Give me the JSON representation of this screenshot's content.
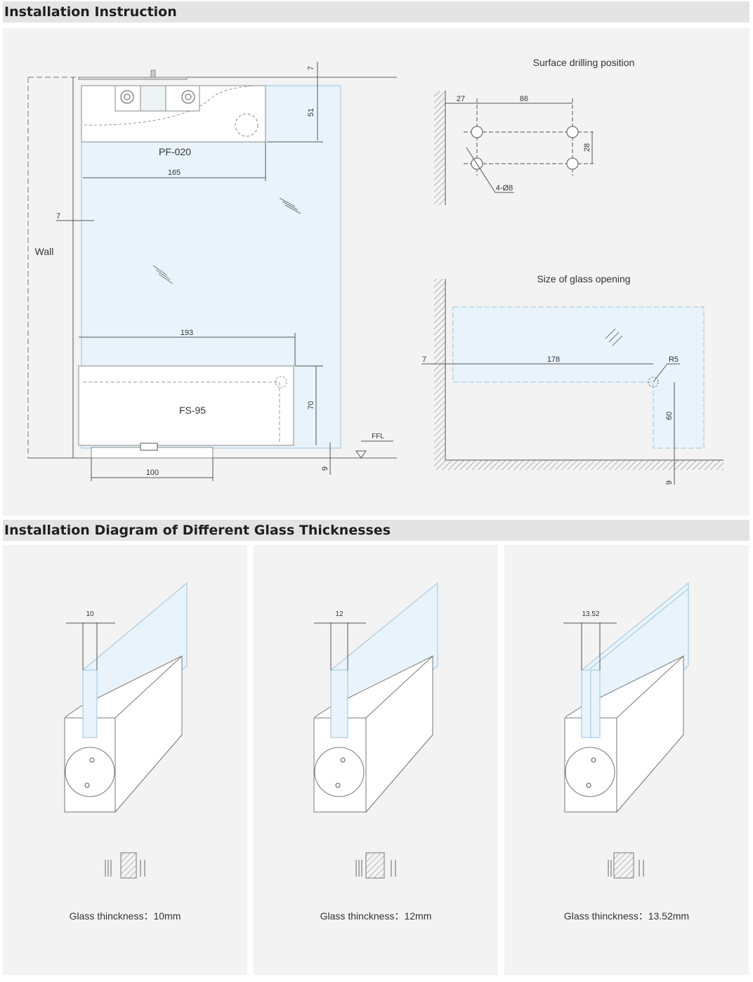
{
  "headers": {
    "install": "Installation Instruction",
    "diagrams": "Installation Diagram of Different Glass Thicknesses"
  },
  "main": {
    "wall_label": "Wall",
    "top_fitting": "PF-020",
    "bottom_fitting": "FS-95",
    "ffl": "FFL",
    "dims": {
      "top_gap": "7",
      "top_height": "51",
      "top_width": "165",
      "wall_gap": "7",
      "bottom_width": "193",
      "bottom_height": "70",
      "base_width": "100",
      "floor_gap": "9"
    }
  },
  "drilling": {
    "title": "Surface drilling position",
    "dim_edge": "27",
    "dim_spacing": "86",
    "dim_vertical": "28",
    "holes": "4-Ø8"
  },
  "opening": {
    "title": "Size of glass opening",
    "dim_wall": "7",
    "dim_width": "178",
    "radius": "R5",
    "dim_height": "60",
    "dim_floor": "9"
  },
  "cards": [
    {
      "dim": "10",
      "caption": "Glass thinckness：10mm"
    },
    {
      "dim": "12",
      "caption": "Glass thinckness：12mm"
    },
    {
      "dim": "13.52",
      "caption": "Glass thinckness：13.52mm"
    }
  ],
  "colors": {
    "glass": "#e8f3fb",
    "glass_edge": "#9ec3dc",
    "line": "#555555",
    "header_bg": "#e4e4e4",
    "panel_bg": "#f3f3f3"
  }
}
